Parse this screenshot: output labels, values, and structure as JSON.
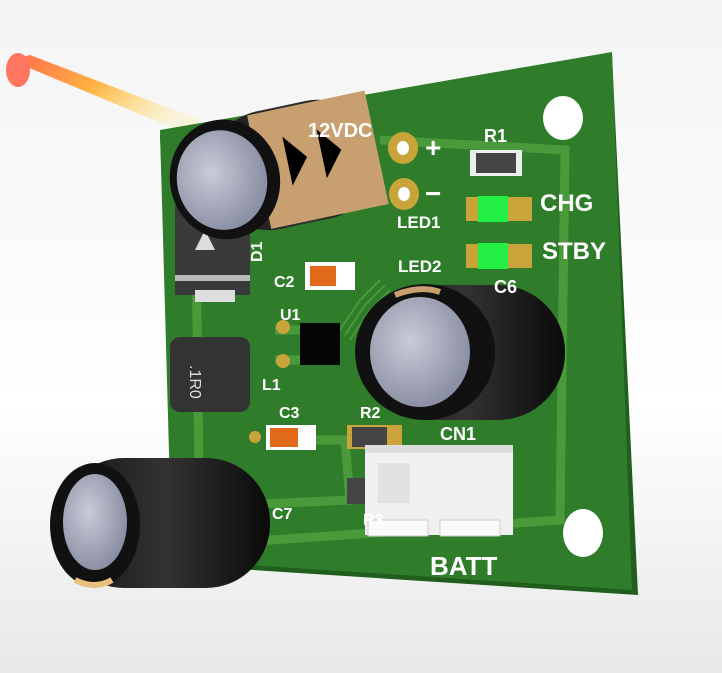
{
  "board": {
    "colors": {
      "soldermask": "#2f7d2a",
      "silkscreen": "#ffffff",
      "copper": "#c9a43a",
      "led_green": "#22ee44"
    },
    "labels": {
      "power_in": "12VDC",
      "plus": "+",
      "minus": "−",
      "r1": "R1",
      "led1": "LED1",
      "chg": "CHG",
      "led2": "LED2",
      "stby": "STBY",
      "c6": "C6",
      "d1": "D1",
      "c2": "C2",
      "u1": "U1",
      "l1": "L1",
      "c3": "C3",
      "r2": "R2",
      "cn1": "CN1",
      "r3": "R3",
      "c7": "C7",
      "batt": "BATT",
      "inductor_marking": ".1R0"
    }
  }
}
